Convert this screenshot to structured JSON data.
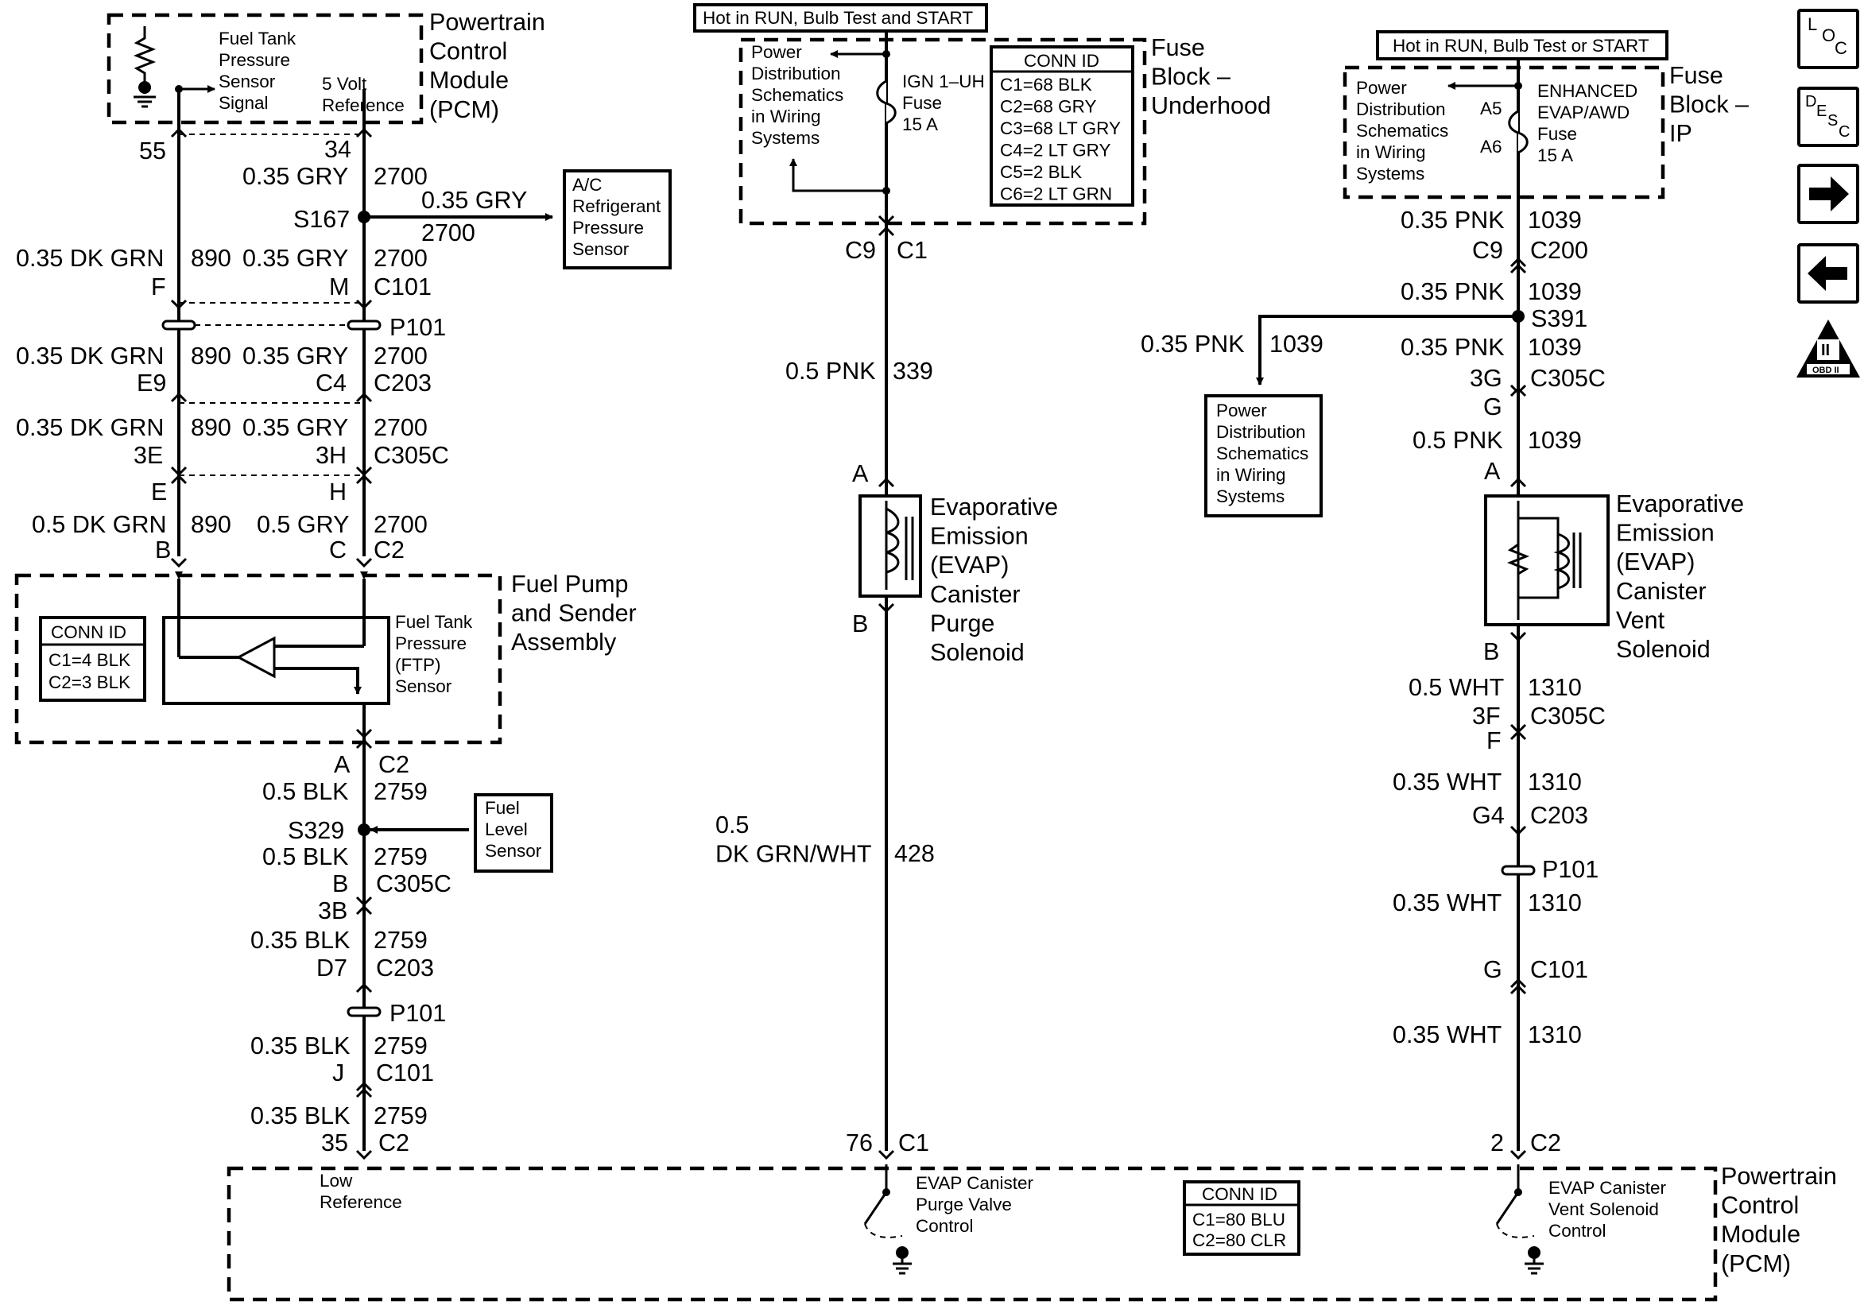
{
  "pcm_top": {
    "sensor": "Fuel Tank\nPressure\nSensor\nSignal",
    "ref": "5 Volt\nReference",
    "title": "Powertrain\nControl\nModule\n(PCM)",
    "pin_l": "55",
    "pin_r": "34"
  },
  "left": {
    "l1": {
      "a": "0.35 GRY",
      "b": "2700"
    },
    "s167": "S167",
    "s167_w": {
      "a": "0.35 GRY",
      "b": "2700"
    },
    "ac": "A/C\nRefrigerant\nPressure\nSensor",
    "l2": {
      "a": "0.35 DK GRN",
      "b": "890",
      "c": "0.35 GRY",
      "d": "2700"
    },
    "c101": {
      "a": "F",
      "b": "M",
      "c": "C101"
    },
    "p101": "P101",
    "l3": {
      "a": "0.35 DK GRN",
      "b": "890",
      "c": "0.35 GRY",
      "d": "2700"
    },
    "c203": {
      "a": "E9",
      "b": "C4",
      "c": "C203"
    },
    "l4": {
      "a": "0.35 DK GRN",
      "b": "890",
      "c": "0.35 GRY",
      "d": "2700"
    },
    "c305c": {
      "a": "3E",
      "b": "3H",
      "c": "C305C"
    },
    "c305c_lo": {
      "a": "E",
      "b": "H"
    },
    "l5": {
      "a": "0.5 DK GRN",
      "b": "890",
      "c": "0.5 GRY",
      "d": "2700"
    },
    "c2": {
      "a": "B",
      "b": "C",
      "c": "C2"
    },
    "pump": "Fuel Pump\nand Sender\nAssembly",
    "conn": {
      "h": "CONN ID",
      "r1": "C1=4 BLK",
      "r2": "C2=3 BLK"
    },
    "ftp": "Fuel Tank\nPressure\n(FTP)\nSensor",
    "c2b": {
      "a": "A",
      "b": "C2"
    },
    "l6": {
      "a": "0.5 BLK",
      "b": "2759"
    },
    "s329": "S329",
    "fls": "Fuel\nLevel\nSensor",
    "l7": {
      "a": "0.5 BLK",
      "b": "2759"
    },
    "c305b": {
      "a": "B",
      "b": "C305C"
    },
    "c305b2": "3B",
    "l8": {
      "a": "0.35 BLK",
      "b": "2759"
    },
    "c203b": {
      "a": "D7",
      "b": "C203"
    },
    "p101b": "P101",
    "l9": {
      "a": "0.35 BLK",
      "b": "2759"
    },
    "c101b": {
      "a": "J",
      "b": "C101"
    },
    "l10": {
      "a": "0.35 BLK",
      "b": "2759"
    },
    "c2c": {
      "a": "35",
      "b": "C2"
    }
  },
  "mid": {
    "hot": "Hot in RUN, Bulb Test and START",
    "pd": "Power\nDistribution\nSchematics\nin Wiring\nSystems",
    "fuse": "IGN 1–UH\nFuse\n15 A",
    "conn": {
      "h": "CONN ID",
      "rows": [
        "C1=68 BLK",
        "C2=68 GRY",
        "C3=68 LT GRY",
        "C4=2 LT GRY",
        "C5=2 BLK",
        "C6=2 LT GRN"
      ]
    },
    "fb": "Fuse\nBlock –\nUnderhood",
    "c9": {
      "a": "C9",
      "b": "C1"
    },
    "w1": {
      "a": "0.5 PNK",
      "b": "339"
    },
    "pa": "A",
    "pb": "B",
    "sol": "Evaporative\nEmission\n(EVAP)\nCanister\nPurge\nSolenoid",
    "w2": {
      "a": "0.5\nDK GRN/WHT",
      "b": "428"
    },
    "c1": {
      "a": "76",
      "b": "C1"
    }
  },
  "right": {
    "hot": "Hot in RUN, Bulb Test or START",
    "pd": "Power\nDistribution\nSchematics\nin Wiring\nSystems",
    "a5": "A5",
    "a6": "A6",
    "fuse": "ENHANCED\nEVAP/AWD\nFuse\n15 A",
    "fb": "Fuse\nBlock –\nIP",
    "w1": {
      "a": "0.35 PNK",
      "b": "1039"
    },
    "c9": {
      "a": "C9",
      "b": "C200"
    },
    "w2": {
      "a": "0.35 PNK",
      "b": "1039"
    },
    "s391": "S391",
    "br": {
      "a": "0.35 PNK",
      "b": "1039"
    },
    "pd2": "Power\nDistribution\nSchematics\nin Wiring\nSystems",
    "w3": {
      "a": "0.35 PNK",
      "b": "1039"
    },
    "c305": {
      "a": "3G",
      "b": "C305C"
    },
    "g": "G",
    "w4": {
      "a": "0.5 PNK",
      "b": "1039"
    },
    "pa": "A",
    "pb": "B",
    "sol": "Evaporative\nEmission\n(EVAP)\nCanister\nVent\nSolenoid",
    "w5": {
      "a": "0.5 WHT",
      "b": "1310"
    },
    "c305b": {
      "a": "3F",
      "b": "C305C"
    },
    "f": "F",
    "w6": {
      "a": "0.35 WHT",
      "b": "1310"
    },
    "c203": {
      "a": "G4",
      "b": "C203"
    },
    "p101": "P101",
    "w7": {
      "a": "0.35 WHT",
      "b": "1310"
    },
    "c101": {
      "a": "G",
      "b": "C101"
    },
    "w8": {
      "a": "0.35 WHT",
      "b": "1310"
    },
    "c2": {
      "a": "2",
      "b": "C2"
    }
  },
  "pcm_bot": {
    "low": "Low\nReference",
    "purge": "EVAP Canister\nPurge Valve\nControl",
    "vent": "EVAP Canister\nVent Solenoid\nControl",
    "conn": {
      "h": "CONN ID",
      "r1": "C1=80 BLU",
      "r2": "C2=80 CLR"
    },
    "title": "Powertrain\nControl\nModule\n(PCM)"
  },
  "icons": {
    "loc": {
      "a": "L",
      "b": "O",
      "c": "C"
    },
    "desc": {
      "a": "D",
      "b": "E",
      "c": "S",
      "d": "C"
    },
    "obd": {
      "a": "II",
      "b": "OBD II"
    }
  }
}
